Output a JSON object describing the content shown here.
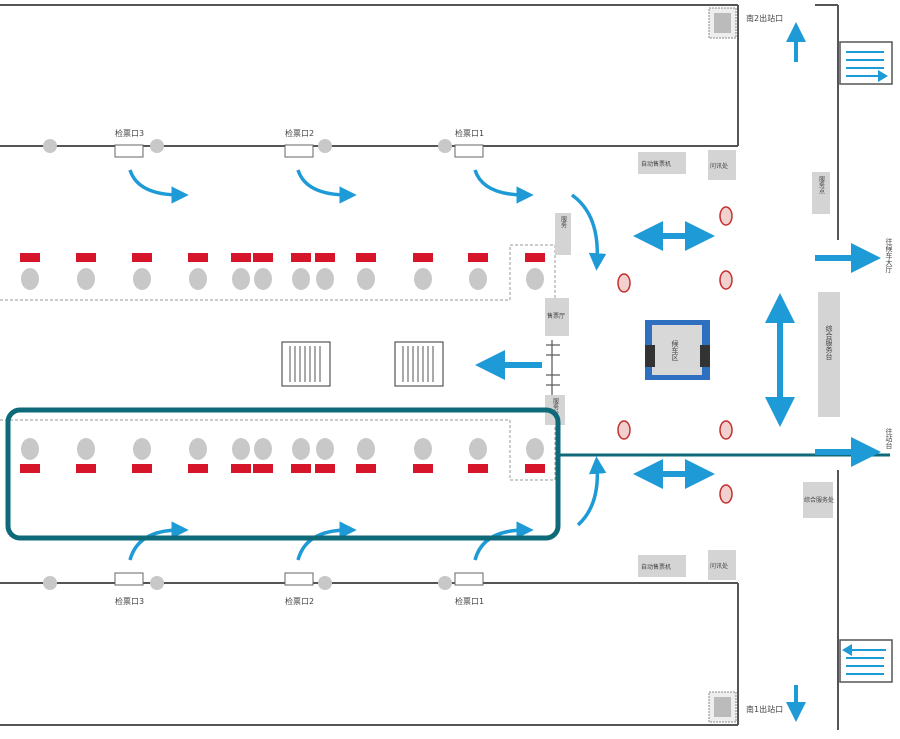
{
  "colors": {
    "arrow": "#1e9ad6",
    "highlight": "#0e6a78",
    "platform_wall": "#555555",
    "seat_red": "#d7152a",
    "column_gray": "#c8c8c8",
    "facility_gray": "#d4d4d4",
    "pillar_red": "#c2302d",
    "escalator_blue": "#2e6fc0"
  },
  "labels": {
    "exit_north": "南2出站口",
    "exit_south": "南1出站口",
    "gate_n1": "检票口1",
    "gate_n2": "检票口2",
    "gate_n3": "检票口3",
    "gate_s1": "检票口1",
    "gate_s2": "检票口2",
    "gate_s3": "检票口3",
    "ticket_machine_n": "自动售票机",
    "ticket_machine_s": "自动售票机",
    "info_n": "问讯处",
    "info_s": "问讯处",
    "dest_right_top": "往候车大厅",
    "dest_right_mid": "往站台",
    "center_block": "候车区",
    "service_block": "综合服务台",
    "side_facility_1": "服务点",
    "side_facility_2": "服务台",
    "side_facility_3": "综合服务处",
    "left_block_1": "服务",
    "left_block_2": "售票厅"
  }
}
